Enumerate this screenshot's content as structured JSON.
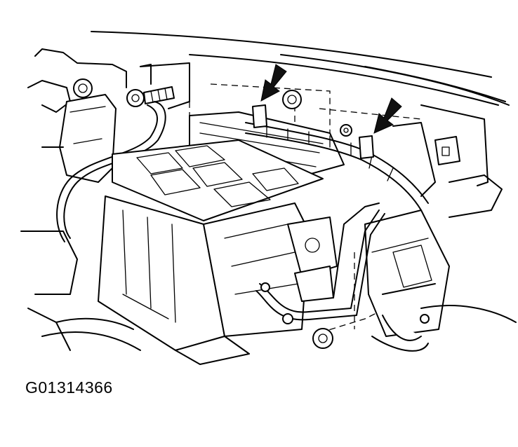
{
  "figure": {
    "code": "G01314366",
    "callouts": [
      {
        "name": "left-arrow",
        "icon": "down-left-arrow-icon"
      },
      {
        "name": "right-arrow",
        "icon": "down-left-arrow-icon"
      }
    ],
    "line_color": "#000000",
    "background": "#ffffff"
  }
}
